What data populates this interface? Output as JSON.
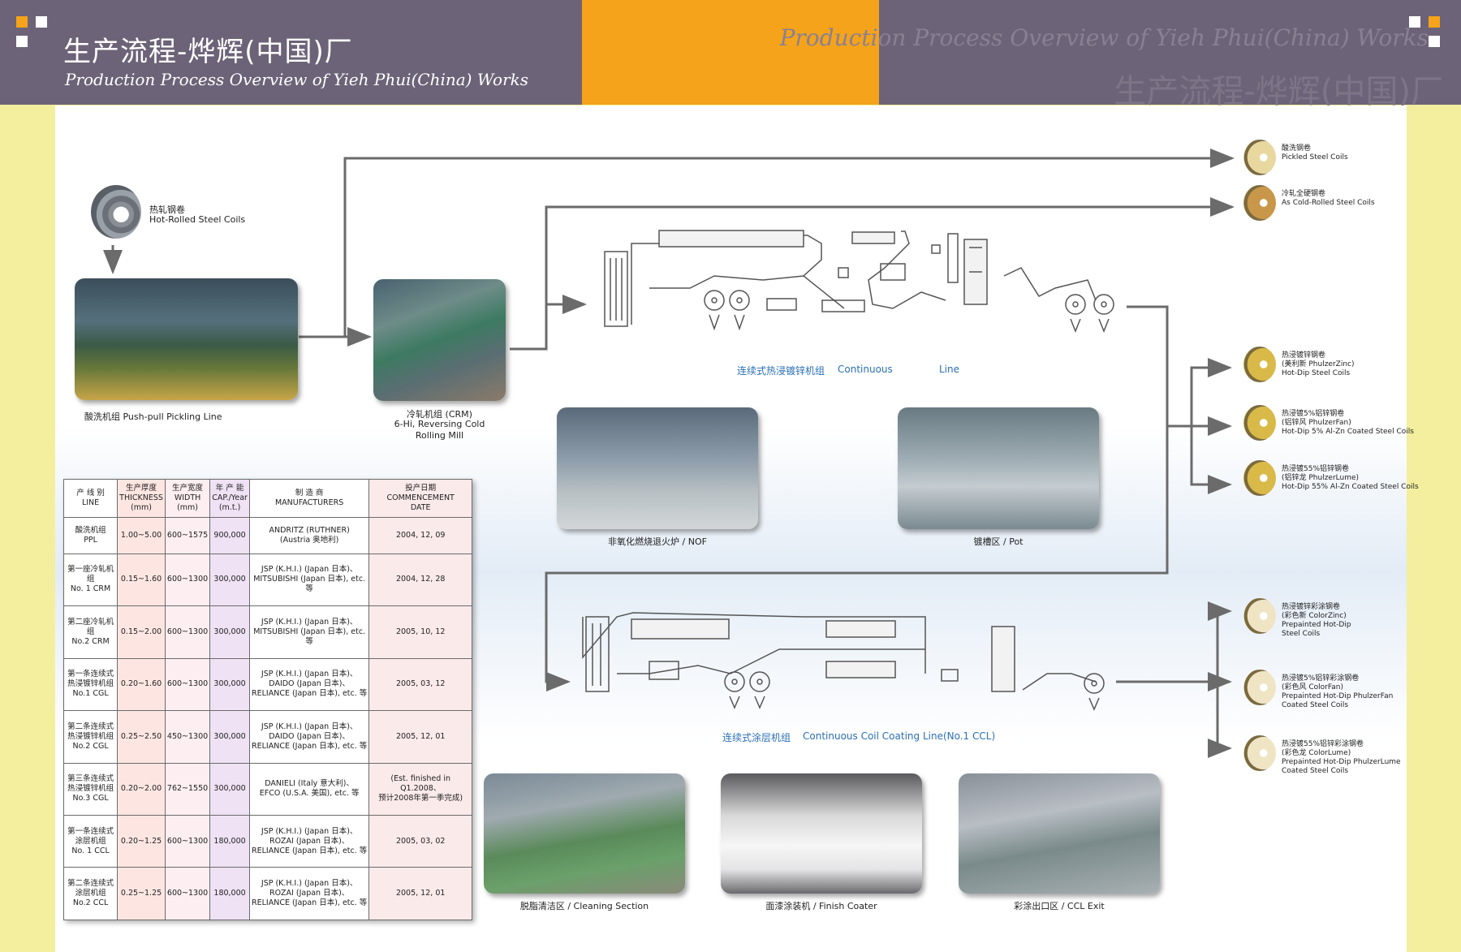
{
  "header": {
    "title_cn": "生产流程-烨辉(中国)厂",
    "title_en": "Production Process Overview of Yieh Phui(China) Works",
    "ghost_en": "Production Process Overview of Yieh Phui(China) Works",
    "ghost_cn": "生产流程-烨辉(中国)厂"
  },
  "input": {
    "cn": "热轧钢卷",
    "en": "Hot-Rolled Steel Coils"
  },
  "photos": {
    "ppl": "酸洗机组  Push-pull Pickling Line",
    "crm1": "冷轧机组 (CRM)",
    "crm2": "6-Hi, Reversing Cold",
    "crm3": "Rolling Mill",
    "nof": "非氧化燃烧退火炉 / NOF",
    "pot": "镀槽区 / Pot",
    "cleaning": "脱脂清洁区 / Cleaning Section",
    "coater": "面漆涂装机  / Finish Coater",
    "exit": "彩涂出口区  / CCL Exit"
  },
  "lines": {
    "cgl_cn": "连续式热浸镀锌机组",
    "cgl_en1": "Continuous",
    "cgl_en2": "Line",
    "ccl_cn": "连续式涂层机组",
    "ccl_en": "Continuous Coil Coating Line(No.1 CCL)"
  },
  "outputs": [
    {
      "lines": [
        "酸洗钢卷",
        "Pickled Steel Coils"
      ],
      "color": "#e8d8a0"
    },
    {
      "lines": [
        "冷轧全硬钢卷",
        "As Cold-Rolled Steel Coils"
      ],
      "color": "#c9974a"
    },
    {
      "lines": [
        "热浸镀锌钢卷",
        "(美利新 PhulzerZinc)",
        "Hot-Dip          Steel Coils"
      ],
      "color": "#d9b948"
    },
    {
      "lines": [
        "热浸镀5%铝锌钢卷",
        "(铝锌风 PhulzerFan)",
        "Hot-Dip 5% Al-Zn Coated Steel Coils"
      ],
      "color": "#d9b948"
    },
    {
      "lines": [
        "热浸镀55%铝锌钢卷",
        "(铝锌龙 PhulzerLume)",
        "Hot-Dip 55% Al-Zn Coated Steel Coils"
      ],
      "color": "#d9b948"
    },
    {
      "lines": [
        "热浸镀锌彩涂钢卷",
        "(彩色新 ColorZinc)",
        "Prepainted Hot-Dip",
        "Steel Coils"
      ],
      "color": "#efe4c4"
    },
    {
      "lines": [
        "热浸镀5%铝锌彩涂钢卷",
        "(彩色风 ColorFan)",
        "Prepainted Hot-Dip PhulzerFan",
        "Coated Steel Coils"
      ],
      "color": "#efe4c4"
    },
    {
      "lines": [
        "热浸镀55%铝锌彩涂钢卷",
        "(彩色龙 ColorLume)",
        "Prepainted Hot-Dip PhulzerLume",
        "Coated Steel Coils"
      ],
      "color": "#efe4c4"
    }
  ],
  "table": {
    "headers": [
      [
        "产 线 别",
        "LINE"
      ],
      [
        "生产厚度",
        "THICKNESS",
        "(mm)"
      ],
      [
        "生产宽度",
        "WIDTH",
        "(mm)"
      ],
      [
        "年 产 能",
        "CAP./Year",
        "(m.t.)"
      ],
      [
        "制 造 商",
        "MANUFACTURERS"
      ],
      [
        "投产日期",
        "COMMENCEMENT",
        "DATE"
      ]
    ],
    "rows": [
      {
        "line": [
          "酸洗机组",
          "PPL"
        ],
        "thk": "1.00~5.00",
        "wid": "600~1575",
        "cap": "900,000",
        "mfr": [
          "ANDRITZ (RUTHNER)",
          "(Austria 奥地利)"
        ],
        "date": [
          "2004, 12, 09"
        ]
      },
      {
        "line": [
          "第一座冷轧机组",
          "No. 1 CRM"
        ],
        "thk": "0.15~1.60",
        "wid": "600~1300",
        "cap": "300,000",
        "mfr": [
          "JSP (K.H.I.) (Japan 日本)、",
          "MITSUBISHI (Japan 日本), etc. 等"
        ],
        "date": [
          "2004, 12, 28"
        ]
      },
      {
        "line": [
          "第二座冷轧机组",
          "No.2 CRM"
        ],
        "thk": "0.15~2.00",
        "wid": "600~1300",
        "cap": "300,000",
        "mfr": [
          "JSP (K.H.I.) (Japan 日本)、",
          "MITSUBISHI (Japan 日本), etc. 等"
        ],
        "date": [
          "2005, 10, 12"
        ]
      },
      {
        "line": [
          "第一条连续式",
          "热浸镀锌机组",
          "No.1 CGL"
        ],
        "thk": "0.20~1.60",
        "wid": "600~1300",
        "cap": "300,000",
        "mfr": [
          "JSP (K.H.I.) (Japan 日本)、",
          "DAIDO (Japan 日本)、",
          "RELIANCE (Japan 日本), etc. 等"
        ],
        "date": [
          "2005, 03, 12"
        ]
      },
      {
        "line": [
          "第二条连续式",
          "热浸镀锌机组",
          "No.2 CGL"
        ],
        "thk": "0.25~2.50",
        "wid": "450~1300",
        "cap": "300,000",
        "mfr": [
          "JSP (K.H.I.) (Japan 日本)、",
          "DAIDO (Japan 日本)、",
          "RELIANCE (Japan 日本), etc. 等"
        ],
        "date": [
          "2005, 12, 01"
        ]
      },
      {
        "line": [
          "第三条连续式",
          "热浸镀锌机组",
          "No.3 CGL"
        ],
        "thk": "0.20~2.00",
        "wid": "762~1550",
        "cap": "300,000",
        "mfr": [
          "DANIELI (Italy 意大利)、",
          "EFCO (U.S.A. 美国), etc. 等"
        ],
        "date": [
          "(Est. finished in Q1.2008、",
          "预计2008年第一季完成)"
        ]
      },
      {
        "line": [
          "第一条连续式",
          "涂层机组",
          "No. 1 CCL"
        ],
        "thk": "0.20~1.25",
        "wid": "600~1300",
        "cap": "180,000",
        "mfr": [
          "JSP (K.H.I.) (Japan 日本)、",
          "ROZAI (Japan 日本)、",
          "RELIANCE (Japan 日本), etc. 等"
        ],
        "date": [
          "2005, 03, 02"
        ]
      },
      {
        "line": [
          "第二条连续式",
          "涂层机组",
          "No.2 CCL"
        ],
        "thk": "0.25~1.25",
        "wid": "600~1300",
        "cap": "180,000",
        "mfr": [
          "JSP (K.H.I.) (Japan 日本)、",
          "ROZAI (Japan 日本)、",
          "RELIANCE (Japan 日本), etc. 等"
        ],
        "date": [
          "2005, 12, 01"
        ]
      }
    ]
  }
}
